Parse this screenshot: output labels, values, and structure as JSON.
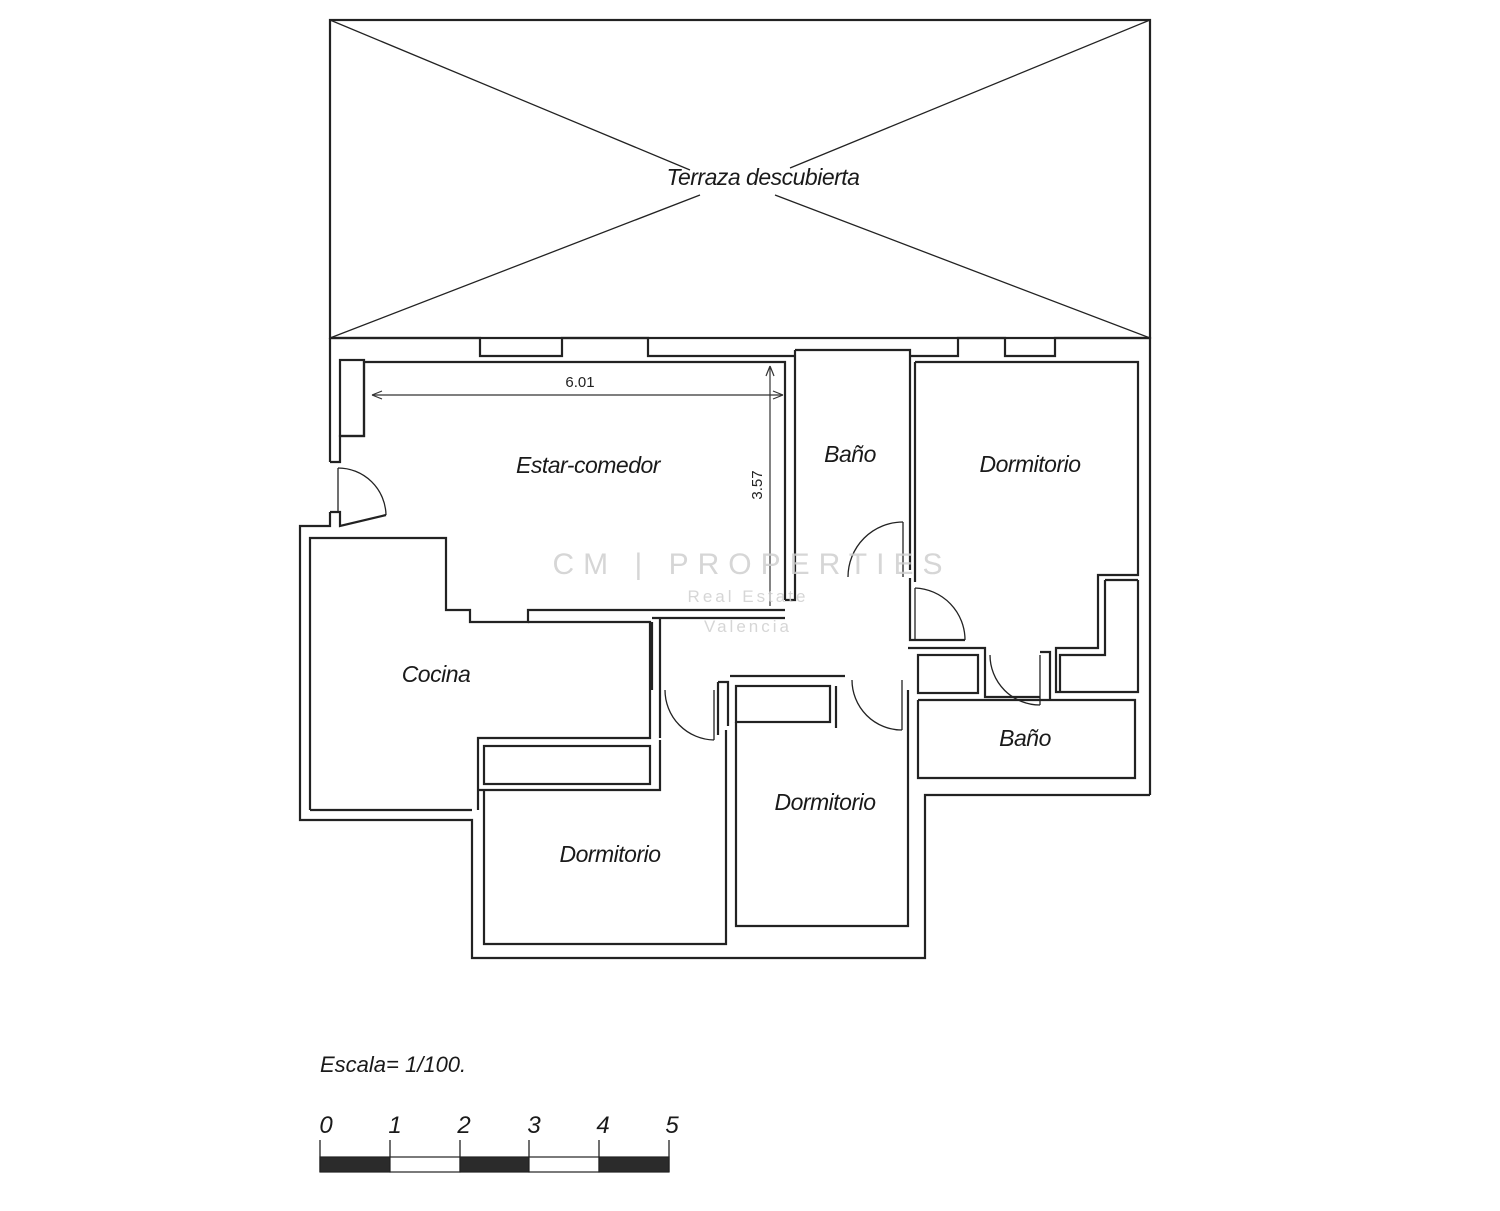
{
  "rooms": {
    "terrace": "Terraza descubierta",
    "living": "Estar-comedor",
    "bath_top": "Baño",
    "bedroom_right": "Dormitorio",
    "kitchen": "Cocina",
    "bath_right": "Baño",
    "bedroom_center": "Dormitorio",
    "bedroom_bottom": "Dormitorio"
  },
  "dimensions": {
    "width": "6.01",
    "height": "3.57"
  },
  "scale": {
    "label": "Escala= 1/100.",
    "ticks": [
      "0",
      "1",
      "2",
      "3",
      "4",
      "5"
    ]
  },
  "watermark": {
    "brand": "CM | PROPERTIES",
    "line2": "Real Estate",
    "line3": "Valencia"
  }
}
